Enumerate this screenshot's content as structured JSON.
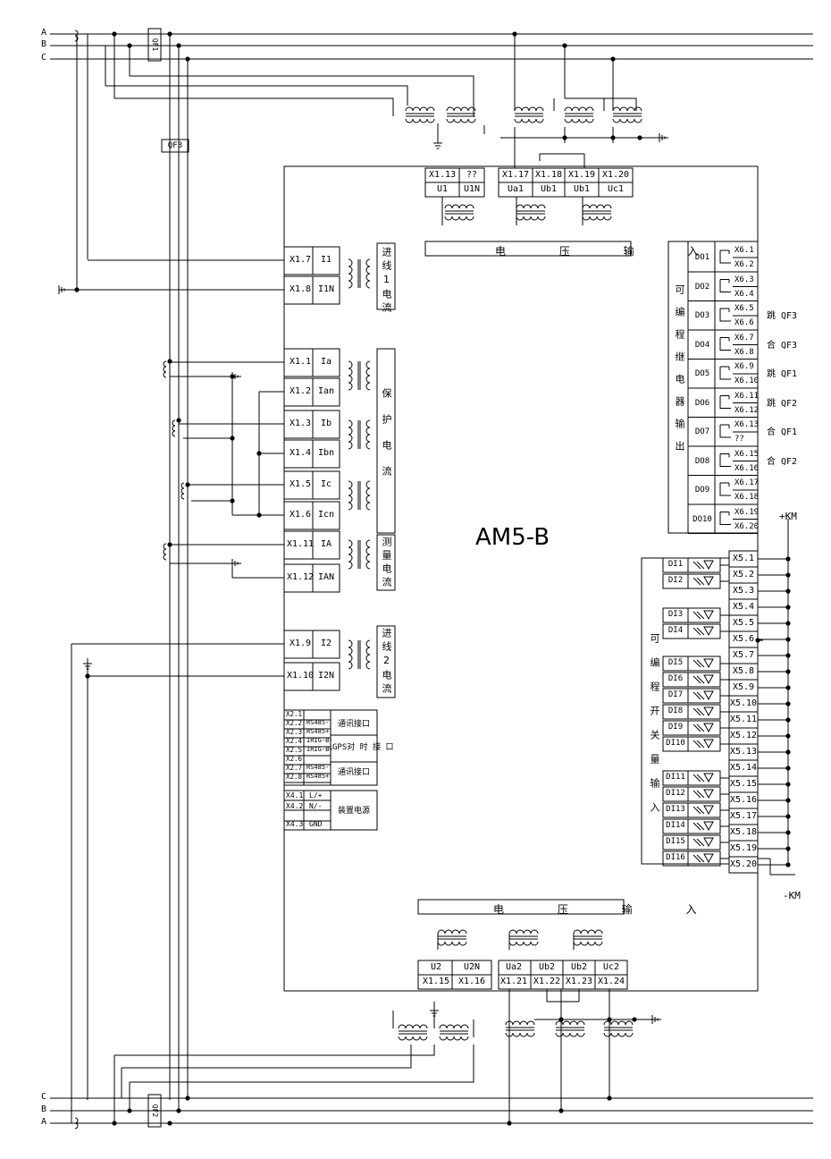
{
  "device_name": "AM5-B",
  "phases_top": [
    "A",
    "B",
    "C"
  ],
  "phases_bottom": [
    "C",
    "B",
    "A"
  ],
  "breakers": {
    "qf1": "QF1",
    "qf2": "QF2",
    "qf3": "QF3"
  },
  "top_voltage": {
    "terminals": [
      "X1.13",
      "??",
      "X1.17",
      "X1.18",
      "X1.19",
      "X1.20"
    ],
    "signals": [
      "U1",
      "U1N",
      "Ua1",
      "Ub1",
      "Ub1",
      "Uc1"
    ],
    "label": "电 压 输 入"
  },
  "bottom_voltage": {
    "terminals": [
      "X1.15",
      "X1.16",
      "X1.21",
      "X1.22",
      "X1.23",
      "X1.24"
    ],
    "signals": [
      "U2",
      "U2N",
      "Ua2",
      "Ub2",
      "Ub2",
      "Uc2"
    ],
    "label": "电 压 输 入"
  },
  "current_inputs": [
    {
      "terminal": "X1.7",
      "signal": "I1"
    },
    {
      "terminal": "X1.8",
      "signal": "I1N"
    },
    {
      "terminal": "X1.1",
      "signal": "Ia"
    },
    {
      "terminal": "X1.2",
      "signal": "Ian"
    },
    {
      "terminal": "X1.3",
      "signal": "Ib"
    },
    {
      "terminal": "X1.4",
      "signal": "Ibn"
    },
    {
      "terminal": "X1.5",
      "signal": "Ic"
    },
    {
      "terminal": "X1.6",
      "signal": "Icn"
    },
    {
      "terminal": "X1.11",
      "signal": "IA"
    },
    {
      "terminal": "X1.12",
      "signal": "IAN"
    },
    {
      "terminal": "X1.9",
      "signal": "I2"
    },
    {
      "terminal": "X1.10",
      "signal": "I2N"
    }
  ],
  "group_labels": {
    "line1_current": "进线1电流",
    "protection_current": "保护电流",
    "measure_current": "测量电流",
    "line2_current": "进线2电流",
    "relay_output": "可编程继电器输出",
    "switch_input": "可编程开关量输入"
  },
  "comm_block": {
    "terminals": [
      "X2.1",
      "X2.2",
      "X2.3",
      "X2.4",
      "X2.5",
      "X2.6",
      "X2.7",
      "X2.8"
    ],
    "signals": [
      "",
      "RS485-",
      "RS485+",
      "IRIG-B-",
      "IRIG-B+",
      "",
      "RS485-",
      "RS485+"
    ],
    "labels": [
      "通讯接口",
      "GPS对 时 接 口",
      "通讯接口"
    ]
  },
  "power_block": {
    "terminals": [
      "X4.1",
      "X4.2",
      "X4.3"
    ],
    "signals": [
      "L/+",
      "N/-",
      "GND"
    ],
    "label": "装置电源"
  },
  "relay_outputs": [
    {
      "name": "DO1",
      "t1": "X6.1",
      "t2": "X6.2",
      "note": ""
    },
    {
      "name": "DO2",
      "t1": "X6.3",
      "t2": "X6.4",
      "note": ""
    },
    {
      "name": "DO3",
      "t1": "X6.5",
      "t2": "X6.6",
      "note": "跳 QF3"
    },
    {
      "name": "DO4",
      "t1": "X6.7",
      "t2": "X6.8",
      "note": "合 QF3"
    },
    {
      "name": "DO5",
      "t1": "X6.9",
      "t2": "X6.10",
      "note": "跳 QF1"
    },
    {
      "name": "DO6",
      "t1": "X6.11",
      "t2": "X6.12",
      "note": "跳 QF2"
    },
    {
      "name": "DO7",
      "t1": "X6.13",
      "t2": "??",
      "note": "合 QF1"
    },
    {
      "name": "DO8",
      "t1": "X6.15",
      "t2": "X6.16",
      "note": "合 QF2"
    },
    {
      "name": "DO9",
      "t1": "X6.17",
      "t2": "X6.18",
      "note": ""
    },
    {
      "name": "DO10",
      "t1": "X6.19",
      "t2": "X6.20",
      "note": ""
    }
  ],
  "digital_inputs": [
    "DI1",
    "DI2",
    "DI3",
    "DI4",
    "DI5",
    "DI6",
    "DI7",
    "DI8",
    "DI9",
    "DI10",
    "DI11",
    "DI12",
    "DI13",
    "DI14",
    "DI15",
    "DI16"
  ],
  "di_terminals": [
    "X5.1",
    "X5.2",
    "X5.3",
    "X5.4",
    "X5.5",
    "X5.6",
    "X5.7",
    "X5.8",
    "X5.9",
    "X5.10",
    "X5.11",
    "X5.12",
    "X5.13",
    "X5.14",
    "X5.15",
    "X5.16",
    "X5.17",
    "X5.18",
    "X5.19",
    "X5.20"
  ],
  "supply": {
    "plus": "+KM",
    "minus": "-KM"
  }
}
